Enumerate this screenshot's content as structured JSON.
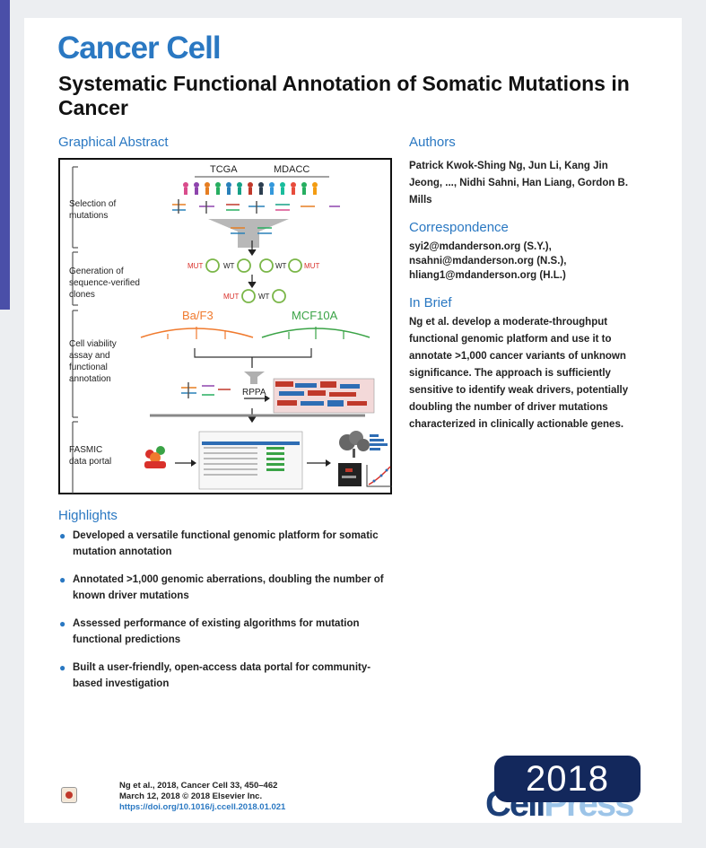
{
  "journal": "Cancer Cell",
  "title": "Systematic Functional Annotation of Somatic Mutations in Cancer",
  "graphical_abstract": {
    "heading": "Graphical Abstract",
    "top_labels": [
      "TCGA",
      "MDACC"
    ],
    "steps": [
      "Selection of mutations",
      "Generation of sequence-verified clones",
      "Cell viability assay and functional annotation",
      "FASMIC data portal"
    ],
    "mut_label": "MUT",
    "wt_label": "WT",
    "cell_lines": [
      "Ba/F3",
      "MCF10A"
    ],
    "rppa": "RPPA",
    "colors": {
      "box_border": "#111111",
      "baf3": "#f07a2e",
      "mcf10a": "#3aa346",
      "circle_green": "#7ab648",
      "mut_red": "#d9312b"
    }
  },
  "authors": {
    "heading": "Authors",
    "text": "Patrick Kwok-Shing Ng, Jun Li, Kang Jin Jeong, ..., Nidhi Sahni, Han Liang, Gordon B. Mills"
  },
  "correspondence": {
    "heading": "Correspondence",
    "emails": [
      "syi2@mdanderson.org (S.Y.),",
      "nsahni@mdanderson.org (N.S.),",
      "hliang1@mdanderson.org (H.L.)"
    ]
  },
  "in_brief": {
    "heading": "In Brief",
    "text": "Ng et al. develop a moderate-throughput functional genomic platform and use it to annotate >1,000 cancer variants of unknown significance. The approach is sufficiently sensitive to identify weak drivers, potentially doubling the number of driver mutations characterized in clinically actionable genes."
  },
  "highlights": {
    "heading": "Highlights",
    "items": [
      "Developed a versatile functional genomic platform for somatic mutation annotation",
      "Annotated >1,000 genomic aberrations, doubling the number of known driver mutations",
      "Assessed performance of existing algorithms for mutation functional predictions",
      "Built a user-friendly, open-access data portal for community-based investigation"
    ]
  },
  "citation": {
    "line1": "Ng et al., 2018, Cancer Cell 33, 450–462",
    "line2": "March 12, 2018 © 2018 Elsevier Inc.",
    "doi": "https://doi.org/10.1016/j.ccell.2018.01.021"
  },
  "publisher_logo": {
    "cell": "Cell",
    "press": "Press"
  },
  "year_badge": "2018",
  "theme": {
    "accent": "#2a78c2",
    "sidebar": "#4a4fa8",
    "badge": "#13285c"
  }
}
